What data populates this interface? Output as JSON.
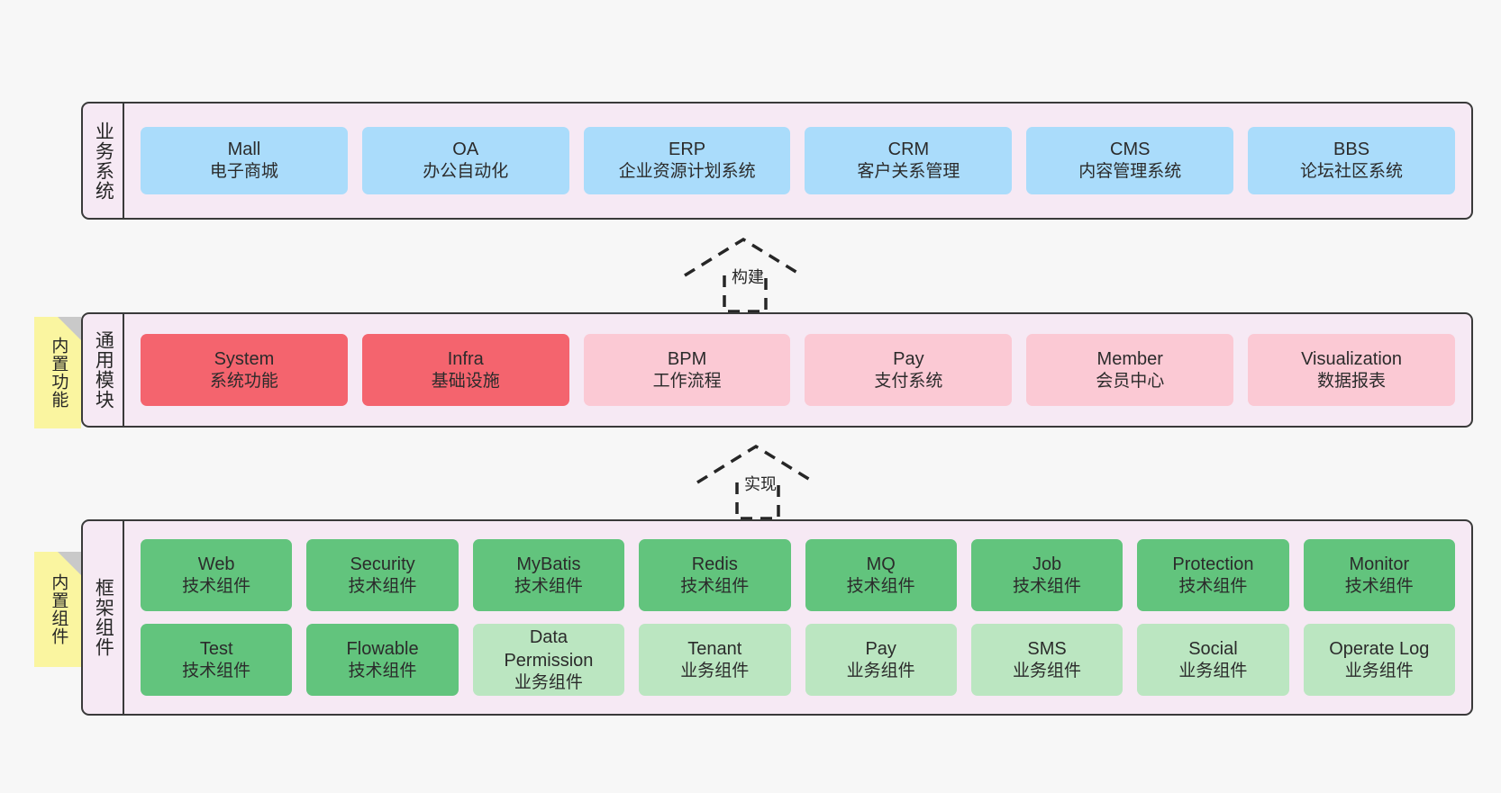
{
  "diagram": {
    "background": "#f7f7f7",
    "panel_bg": "#f6e9f4",
    "note_bg": "#faf5a0",
    "colors": {
      "business": "#aadcfb",
      "module_primary": "#f4646e",
      "module_secondary": "#fbc9d4",
      "tech_component": "#62c47d",
      "biz_component": "#bbe6c1"
    }
  },
  "layers": {
    "business": {
      "label": "业务系统",
      "cards": [
        {
          "title": "Mall",
          "subtitle": "电子商城"
        },
        {
          "title": "OA",
          "subtitle": "办公自动化"
        },
        {
          "title": "ERP",
          "subtitle": "企业资源计划系统"
        },
        {
          "title": "CRM",
          "subtitle": "客户关系管理"
        },
        {
          "title": "CMS",
          "subtitle": "内容管理系统"
        },
        {
          "title": "BBS",
          "subtitle": "论坛社区系统"
        }
      ]
    },
    "module": {
      "label": "通用模块",
      "note": "内置功能",
      "cards": [
        {
          "title": "System",
          "subtitle": "系统功能",
          "variant": "primary"
        },
        {
          "title": "Infra",
          "subtitle": "基础设施",
          "variant": "primary"
        },
        {
          "title": "BPM",
          "subtitle": "工作流程",
          "variant": "secondary"
        },
        {
          "title": "Pay",
          "subtitle": "支付系统",
          "variant": "secondary"
        },
        {
          "title": "Member",
          "subtitle": "会员中心",
          "variant": "secondary"
        },
        {
          "title": "Visualization",
          "subtitle": "数据报表",
          "variant": "secondary"
        }
      ]
    },
    "framework": {
      "label": "框架组件",
      "note": "内置组件",
      "row1": [
        {
          "title": "Web",
          "subtitle": "技术组件"
        },
        {
          "title": "Security",
          "subtitle": "技术组件"
        },
        {
          "title": "MyBatis",
          "subtitle": "技术组件"
        },
        {
          "title": "Redis",
          "subtitle": "技术组件"
        },
        {
          "title": "MQ",
          "subtitle": "技术组件"
        },
        {
          "title": "Job",
          "subtitle": "技术组件"
        },
        {
          "title": "Protection",
          "subtitle": "技术组件"
        },
        {
          "title": "Monitor",
          "subtitle": "技术组件"
        }
      ],
      "row2": [
        {
          "title": "Test",
          "subtitle": "技术组件",
          "variant": "tech"
        },
        {
          "title": "Flowable",
          "subtitle": "技术组件",
          "variant": "tech"
        },
        {
          "title": "Data Permission",
          "subtitle": "业务组件",
          "variant": "biz"
        },
        {
          "title": "Tenant",
          "subtitle": "业务组件",
          "variant": "biz"
        },
        {
          "title": "Pay",
          "subtitle": "业务组件",
          "variant": "biz"
        },
        {
          "title": "SMS",
          "subtitle": "业务组件",
          "variant": "biz"
        },
        {
          "title": "Social",
          "subtitle": "业务组件",
          "variant": "biz"
        },
        {
          "title": "Operate Log",
          "subtitle": "业务组件",
          "variant": "biz"
        }
      ]
    }
  },
  "connectors": {
    "build": "构建",
    "implement": "实现"
  }
}
